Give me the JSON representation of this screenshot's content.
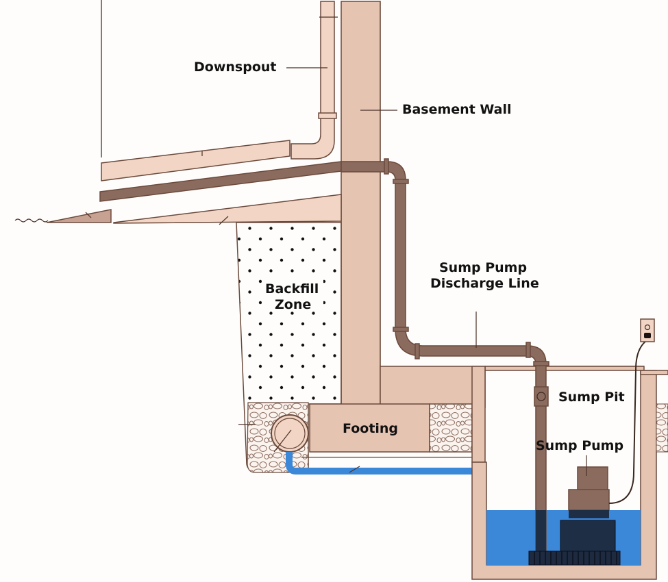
{
  "title": "Sump Pump Drainage System Cross-Section",
  "labels": {
    "downspout": "Downspout",
    "basement_wall": "Basement Wall",
    "discharge_line_1": "Sump Pump",
    "discharge_line_2": "Discharge Line",
    "backfill_1": "Backfill",
    "backfill_2": "Zone",
    "footing": "Footing",
    "sump_pit": "Sump Pit",
    "sump_pump": "Sump Pump"
  },
  "colors": {
    "concrete": "#e5c4b2",
    "concrete_dark": "#d9b3a0",
    "pipe_dark": "#8b6b5e",
    "pipe_light": "#f2d5c4",
    "water": "#3b87d8",
    "pump_dark": "#1d2e45",
    "outline": "#6b4a3c"
  },
  "components": [
    "downspout",
    "splash-block",
    "discharge-pipe",
    "grade-slope",
    "basement-wall",
    "backfill-zone",
    "drain-tile",
    "footing",
    "gravel",
    "basement-floor",
    "sump-pit",
    "sump-pump",
    "check-valve",
    "electrical-outlet",
    "power-cord",
    "water"
  ]
}
